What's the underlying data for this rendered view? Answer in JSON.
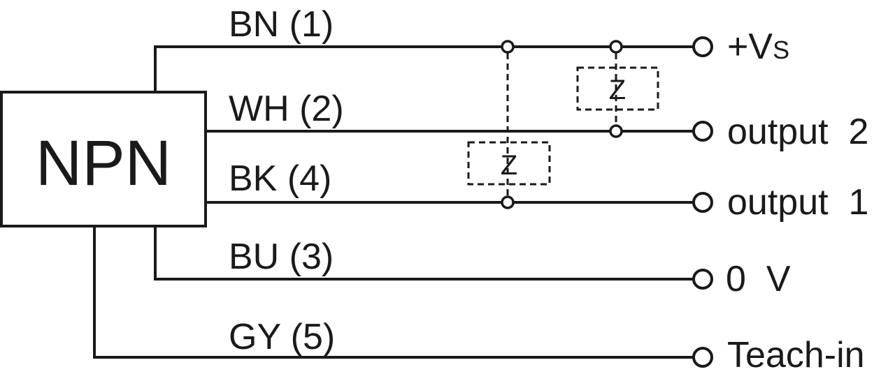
{
  "sensor": {
    "label": "NPN"
  },
  "wires": [
    {
      "id": "bn",
      "label": "BN (1)",
      "terminal": "+V",
      "terminal_sub": "S"
    },
    {
      "id": "wh",
      "label": "WH (2)",
      "terminal": "output  2"
    },
    {
      "id": "bk",
      "label": "BK (4)",
      "terminal": "output  1"
    },
    {
      "id": "bu",
      "label": "BU (3)",
      "terminal": "0  V"
    },
    {
      "id": "gy",
      "label": "GY (5)",
      "terminal": "Teach-in"
    }
  ],
  "loads": [
    {
      "id": "load-output-1",
      "label": "Z",
      "between": [
        "BN (1)",
        "BK (4)"
      ]
    },
    {
      "id": "load-output-2",
      "label": "Z",
      "between": [
        "BN (1)",
        "WH (2)"
      ]
    }
  ],
  "colors": {
    "line": "#1a1a1a",
    "background": "#ffffff"
  }
}
